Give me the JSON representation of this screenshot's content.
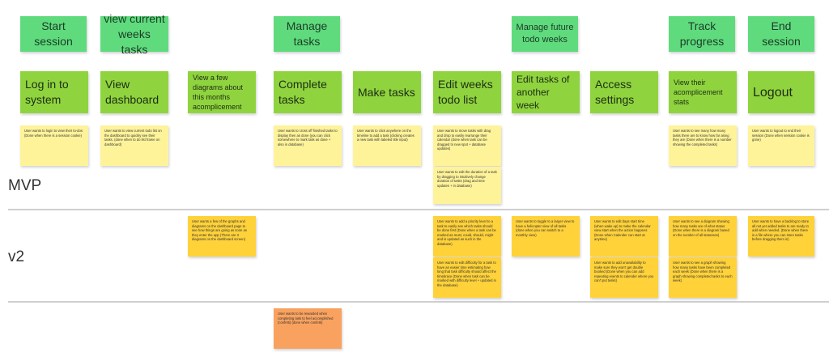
{
  "activities": [
    {
      "label": "Start session"
    },
    {
      "label": "view current weeks tasks"
    },
    {
      "label": "Manage tasks"
    },
    {
      "label": "Manage future todo weeks"
    },
    {
      "label": "Track progress"
    },
    {
      "label": "End session"
    }
  ],
  "tasks": [
    {
      "label": "Log in to system"
    },
    {
      "label": "View dashboard"
    },
    {
      "label": "View a few diagrams about this months acomplicement"
    },
    {
      "label": "Complete tasks"
    },
    {
      "label": "Make tasks"
    },
    {
      "label": "Edit weeks todo list"
    },
    {
      "label": "Edit tasks of another week"
    },
    {
      "label": "Access settings"
    },
    {
      "label": "View their acomplicement stats"
    },
    {
      "label": "Logout"
    }
  ],
  "releases": [
    {
      "label": "MVP"
    },
    {
      "label": "v2"
    }
  ],
  "stories": {
    "mvp_login": "User wants to login to view their to-dos (Done when there is a session cookie)",
    "mvp_dashboard": "User wants to view current todo list on the dashboard to quickly see their tasks. (done when to do list frame on dashboard)",
    "mvp_complete": "User wants to cross off finished tasks to display then as done (you can click somewhere to mark task as done + also in database)",
    "mvp_make": "User wants to click anywhere on the timeline to add a task (clicking creates a new task with labeled title input)",
    "mvp_edit_week": "User wants to move tasks with drag and drop to easily rearrange their calendar (done when task can be dragged to new spot + database updates)",
    "mvp_edit_duration": "User wants to edit the duration of a task by dragging to intuitively change duration of tasks (drag and time updates + in database)",
    "mvp_track": "User wants to see many how many tasks there are to know how far along they are (Done when there is a number showing the completed tasks)",
    "mvp_logout": "User wants to logout to end their session (Done when session cookie is gone)",
    "v2_graphs": "User wants a few of the graphs and diagrams on the dashboard page to see how things are going as soon as they enter the app (There are 3 diagrams on the dashboard screen)",
    "v2_priority": "User wants to add a priority level to a task to easily see which tasks should be done first (Done when a task can be marked as must, could, should, might and is updated as such in the database)",
    "v2_difficulty": "User wants to edit difficulty for a task to have an easier time estimating how long that task difficulty should affect the timebrace (Done when task can be marked with difficulty level + updated in the database)",
    "v2_toggle": "User wants to toggle to a larger view to have a helicopter view of all tasks (done when you can switch to a monthly view)",
    "v2_start_time": "User wants to edit days start time (when wake up) to make the calendar view start when the action happens (Done when Calender can start at anytime)",
    "v2_unavailability": "User wants to add unavailability to make sure they won't get double booked (Done when you can add repeating events to calender where you can't put tasks)",
    "v2_diagram": "User wants to see a diagram showing how many tasks are of what status (Done when there is a diagram based on the number of all statusses)",
    "v2_graph": "User wants to see a graph showing how many tasks have been completed each week (Done when there is a graph showing completed tasks to each week)",
    "v2_backlog": "User wants to have a backlog to store all not yet added tasks to are ready to add when needed. (Done when there is a file where you can store tasks before dragging them in)",
    "later_reward": "User wants to be rewarded when completing task to feel accomplished (confetti) (done when confetti)"
  }
}
